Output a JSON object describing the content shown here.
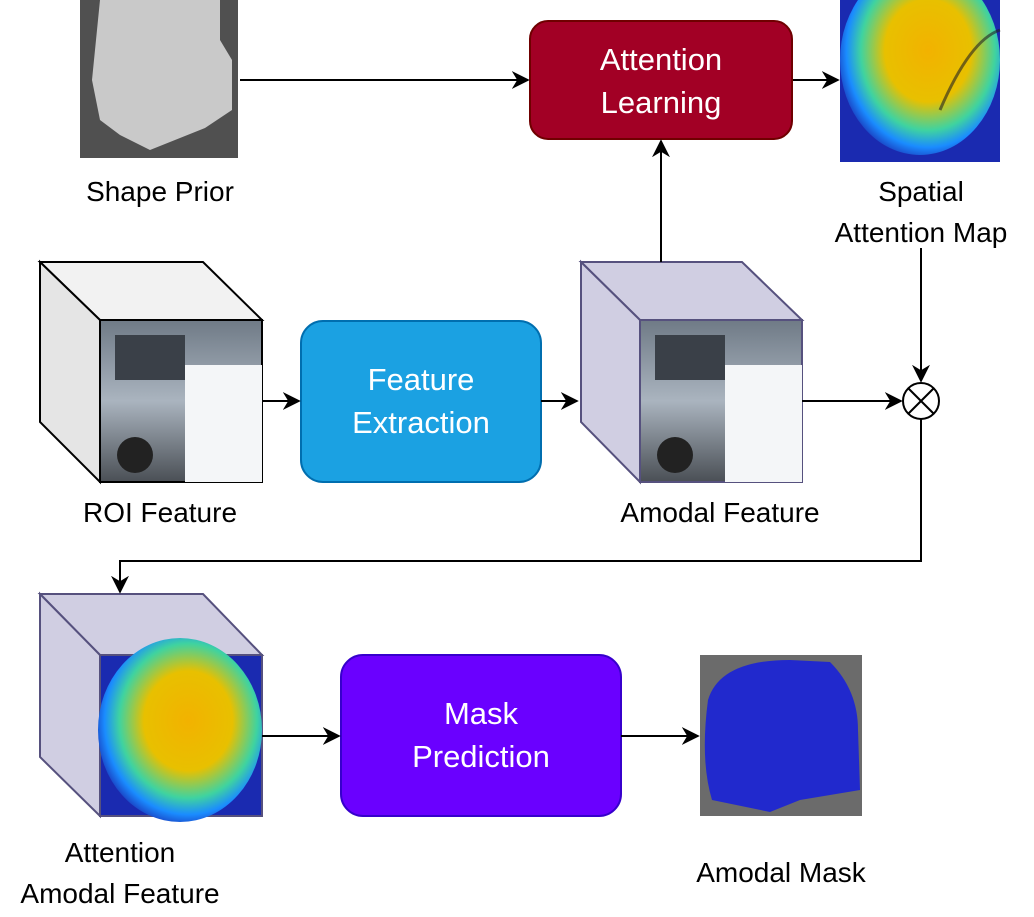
{
  "nodes": {
    "shape_prior": "Shape Prior",
    "attention_learning": [
      "Attention",
      "Learning"
    ],
    "spatial_attention_map": [
      "Spatial",
      "Attention Map"
    ],
    "roi_feature": "ROI Feature",
    "feature_extraction": [
      "Feature",
      "Extraction"
    ],
    "amodal_feature": "Amodal Feature",
    "attention_amodal_feature": [
      "Attention",
      "Amodal Feature"
    ],
    "mask_prediction": [
      "Mask",
      "Prediction"
    ],
    "amodal_mask": "Amodal Mask"
  },
  "colors": {
    "attention_learning": "#a20025",
    "feature_extraction": "#1ba1e2",
    "mask_prediction": "#6a00ff",
    "cube_side": "#d0cee2",
    "cube_outline": "#56517e"
  }
}
